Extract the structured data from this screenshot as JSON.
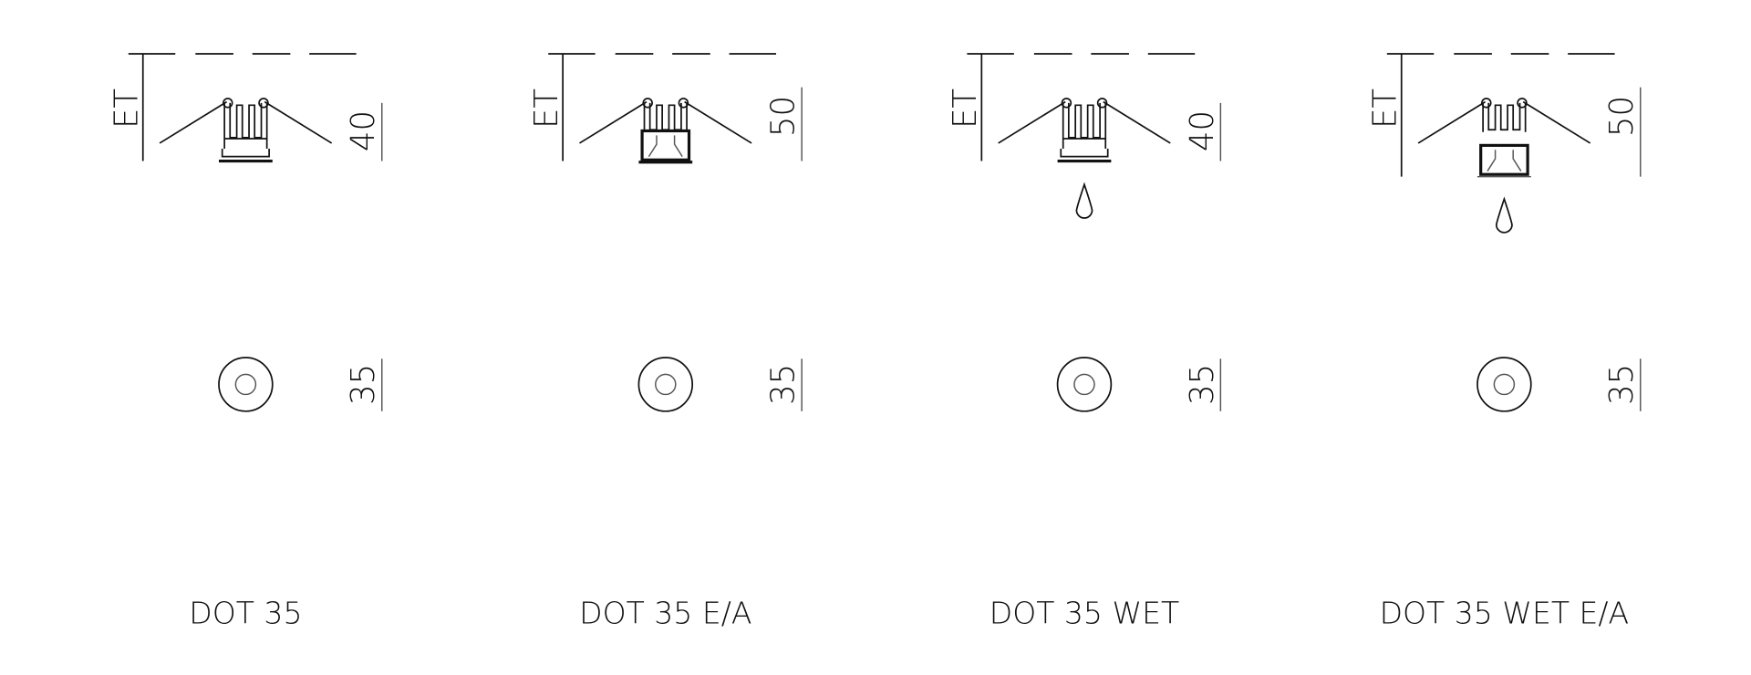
{
  "panels": [
    {
      "name": "DOT 35",
      "et_label": "ET",
      "height_dim": "40",
      "diameter_dim": "35",
      "variant": "standard",
      "wet": false
    },
    {
      "name": "DOT 35 E/A",
      "et_label": "ET",
      "height_dim": "50",
      "diameter_dim": "35",
      "variant": "ea",
      "wet": false
    },
    {
      "name": "DOT 35 WET",
      "et_label": "ET",
      "height_dim": "40",
      "diameter_dim": "35",
      "variant": "standard",
      "wet": true
    },
    {
      "name": "DOT 35 WET E/A",
      "et_label": "ET",
      "height_dim": "50",
      "diameter_dim": "35",
      "variant": "ea",
      "wet": true
    }
  ],
  "colors": {
    "line": "#111111",
    "background": "#ffffff"
  }
}
